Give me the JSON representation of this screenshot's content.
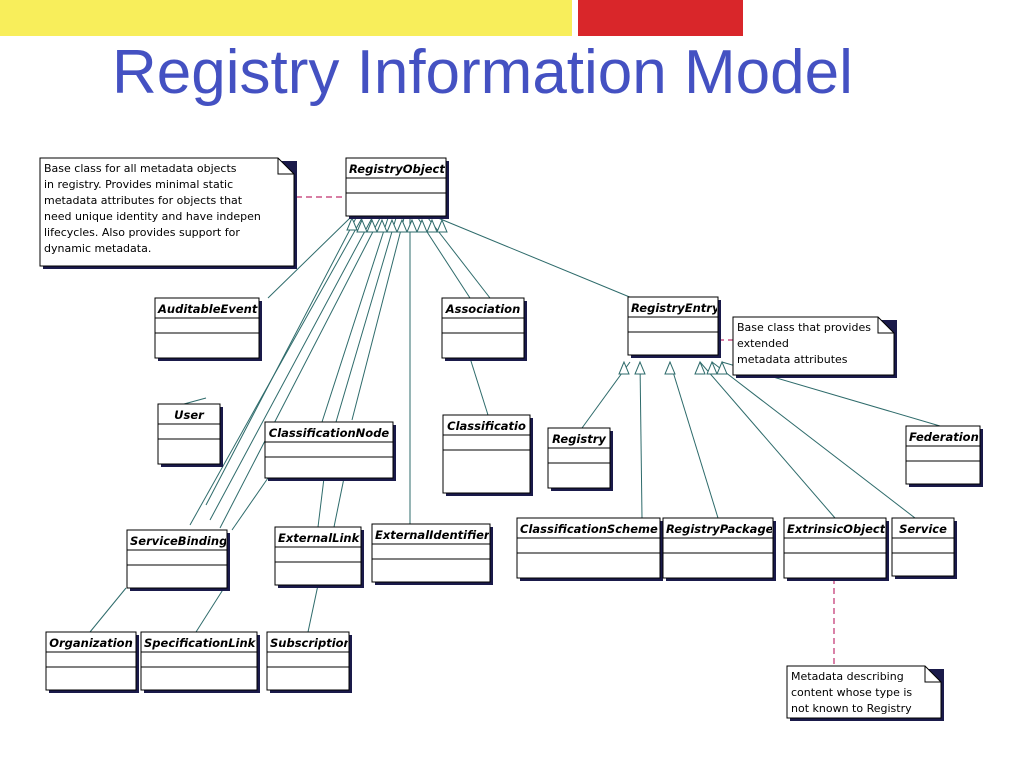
{
  "slide": {
    "title": "Registry Information Model"
  },
  "classes": {
    "registry_object": "RegistryObject",
    "auditable_event": "AuditableEvent",
    "association": "Association",
    "registry_entry": "RegistryEntry",
    "user": "User",
    "classification_node": "ClassificationNode",
    "classification": "Classificatio",
    "registry": "Registry",
    "federation": "Federation",
    "service_binding": "ServiceBinding",
    "external_link": "ExternalLink",
    "external_identifier": "ExternalIdentifier",
    "classification_scheme": "ClassificationScheme",
    "registry_package": "RegistryPackage",
    "extrinsic_object": "ExtrinsicObject",
    "service": "Service",
    "organization": "Organization",
    "specification_link": "SpecificationLink",
    "subscription": "Subscription"
  },
  "notes": {
    "registry_object": [
      "Base class for all metadata objects",
      "in registry. Provides minimal static",
      "metadata attributes for objects that",
      "need unique identity and have indepen",
      "lifecycles. Also provides support for",
      "dynamic metadata."
    ],
    "registry_entry": [
      "Base class that provides",
      "extended",
      "metadata attributes"
    ],
    "extrinsic_object": [
      "Metadata describing",
      "content whose type is",
      "not known to Registry"
    ]
  }
}
